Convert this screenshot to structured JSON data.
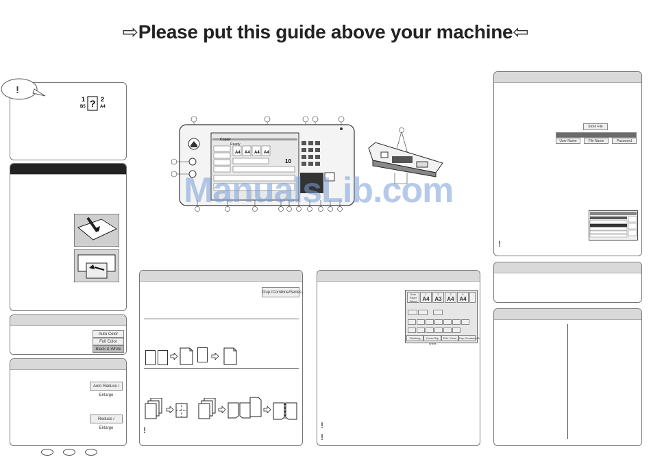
{
  "title": {
    "text": "Please put this guide above your machine",
    "left_arrow": "⇨",
    "right_arrow": "⇦"
  },
  "watermark": "ManualsLib.com",
  "color_panel": {
    "buttons": [
      "Auto Color Select",
      "Full Color",
      "Black & White"
    ]
  },
  "reduce_panel": {
    "buttons": [
      "Auto Reduce / Enlarge",
      "Reduce / Enlarge"
    ]
  },
  "dup_panel": {
    "button": "Dup./Combine/Series"
  },
  "paper_panel": {
    "sizes": [
      "A4",
      "A3",
      "A4",
      "A4"
    ],
    "slots": [
      "1",
      "2",
      "3",
      "4"
    ],
    "footer": [
      "Finishing",
      "Cover/Slip Sheet",
      "Edit / Color",
      "Dup./Combine/Series"
    ]
  },
  "store_panel": {
    "store_button": "Store File",
    "row": [
      "User Name",
      "File Name",
      "Password"
    ]
  },
  "control_panel": {
    "screen_status": "Ready",
    "screen_label": "Copier",
    "sizes": [
      "A4",
      "A4",
      "A4",
      "A4"
    ],
    "qty": "10"
  },
  "icons": {
    "question": "question-icon",
    "exclamation": "exclamation-icon"
  }
}
